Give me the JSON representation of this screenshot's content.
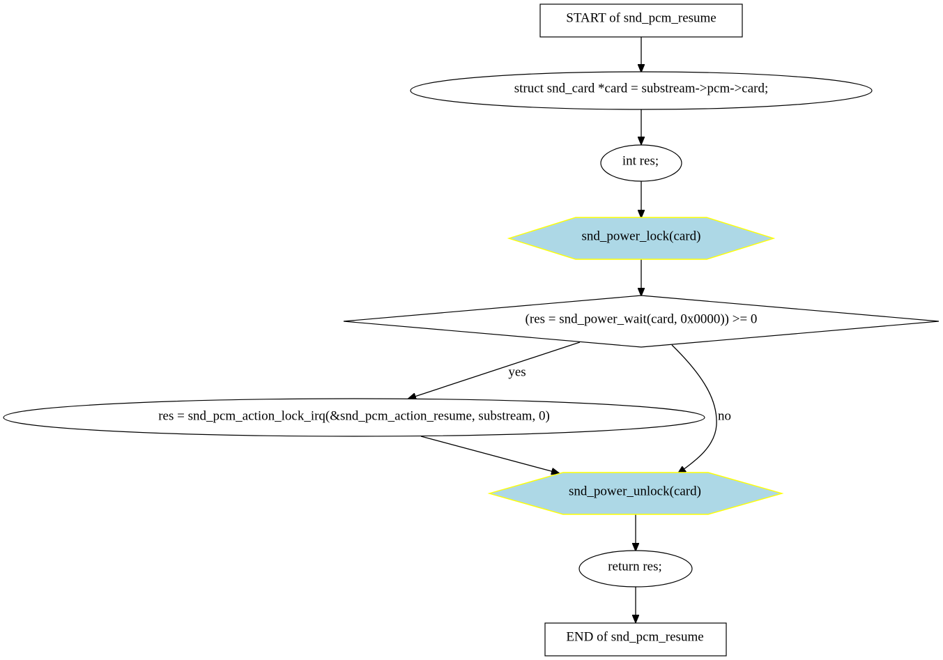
{
  "colors": {
    "background": "#ffffff",
    "line": "#000000",
    "hexagon_fill": "#add8e6",
    "hexagon_stroke": "#ffff00"
  },
  "nodes": {
    "start": {
      "label": "START of snd_pcm_resume",
      "shape": "box"
    },
    "card_decl": {
      "label": "struct snd_card *card = substream->pcm->card;",
      "shape": "ellipse"
    },
    "res_decl": {
      "label": "int res;",
      "shape": "ellipse"
    },
    "power_lock": {
      "label": "snd_power_lock(card)",
      "shape": "hexagon"
    },
    "condition": {
      "label": "(res = snd_power_wait(card, 0x0000)) >= 0",
      "shape": "diamond"
    },
    "action_call": {
      "label": "res = snd_pcm_action_lock_irq(&snd_pcm_action_resume, substream, 0)",
      "shape": "ellipse"
    },
    "power_unlock": {
      "label": "snd_power_unlock(card)",
      "shape": "hexagon"
    },
    "return_res": {
      "label": "return res;",
      "shape": "ellipse"
    },
    "end": {
      "label": "END of snd_pcm_resume",
      "shape": "box"
    }
  },
  "edges": {
    "yes_label": "yes",
    "no_label": "no"
  }
}
